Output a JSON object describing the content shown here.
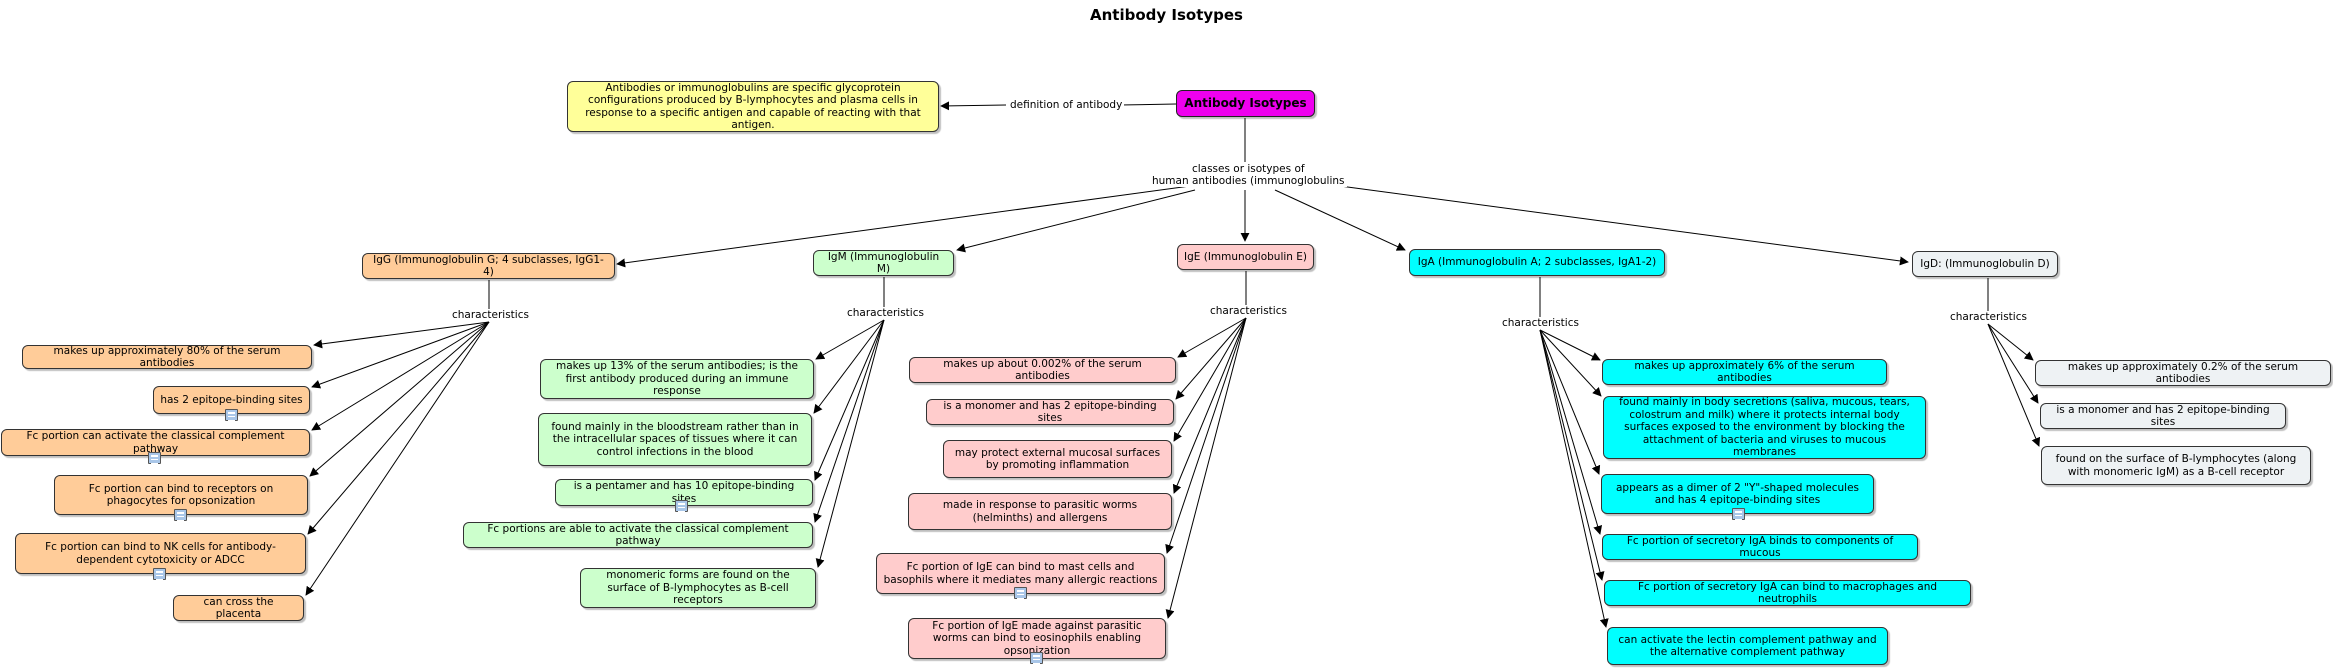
{
  "title": "Antibody Isotypes",
  "root": "Antibody Isotypes",
  "definition": {
    "link": "definition of antibody",
    "text": "Antibodies or immunoglobulins are specific glycoprotein configurations produced by B-lymphocytes and plasma cells in response to a specific antigen and capable of reacting with that antigen."
  },
  "classes_link": "classes or isotypes of\nhuman antibodies (immunoglobulins",
  "characteristics_label": "characteristics",
  "isotypes": {
    "igg": {
      "name": "IgG (Immunoglobulin G; 4 subclasses, IgG1-4)",
      "items": [
        "makes up approximately 80% of the serum antibodies",
        "has 2 epitope-binding sites",
        "Fc portion can activate the classical complement pathway",
        "Fc portion can bind to receptors on phagocytes for opsonization",
        "Fc portion can bind to NK cells for antibody-dependent cytotoxicity or ADCC",
        "can cross the placenta"
      ]
    },
    "igm": {
      "name": "IgM (Immunoglobulin M)",
      "items": [
        "makes up 13% of the serum antibodies; is the first antibody produced during an immune response",
        "found mainly in the bloodstream rather than in the intracellular spaces of tissues where it can control infections in the blood",
        "is a pentamer and has 10 epitope-binding sites",
        "Fc portions are able to activate the classical complement pathway",
        "monomeric forms  are found on the surface of B-lymphocytes as B-cell receptors"
      ]
    },
    "ige": {
      "name": "IgE (Immunoglobulin E)",
      "items": [
        "makes up about 0.002% of the serum antibodies",
        "is a monomer and has 2 epitope-binding sites",
        "may protect external mucosal surfaces by promoting inflammation",
        "made in response to parasitic worms (helminths) and allergens",
        "Fc portion of IgE can bind to mast cells and basophils where it mediates many allergic reactions",
        "Fc portion of IgE made against parasitic worms can bind to eosinophils enabling opsonization"
      ]
    },
    "iga": {
      "name": "IgA (Immunoglobulin A; 2 subclasses, IgA1-2)",
      "items": [
        "makes up approximately 6% of the serum antibodies",
        "found mainly in body secretions (saliva, mucous, tears, colostrum and milk) where it protects internal body surfaces exposed to the environment by blocking the attachment of bacteria and viruses to mucous membranes",
        "appears as a dimer of 2 \"Y\"-shaped molecules and has 4 epitope-binding sites",
        "Fc portion of secretory IgA binds to components of mucous",
        "Fc portion of secretory IgA can bind to macrophages and neutrophils",
        "can activate the lectin complement pathway and the alternative complement pathway"
      ]
    },
    "igd": {
      "name": "IgD: (Immunoglobulin D)",
      "items": [
        "makes up approximately 0.2% of the serum antibodies",
        "is a monomer and has 2 epitope-binding sites",
        "found on the surface of B-lymphocytes (along with monomeric IgM) as a B-cell receptor"
      ]
    }
  },
  "colors": {
    "root": "#ee00ee",
    "definition": "#ffff99",
    "igg": "#ffcc99",
    "igm": "#ccffcc",
    "ige": "#ffcccc",
    "iga": "#00ffff",
    "igd": "#eef2f4"
  },
  "icons": [
    "resource-icon"
  ]
}
